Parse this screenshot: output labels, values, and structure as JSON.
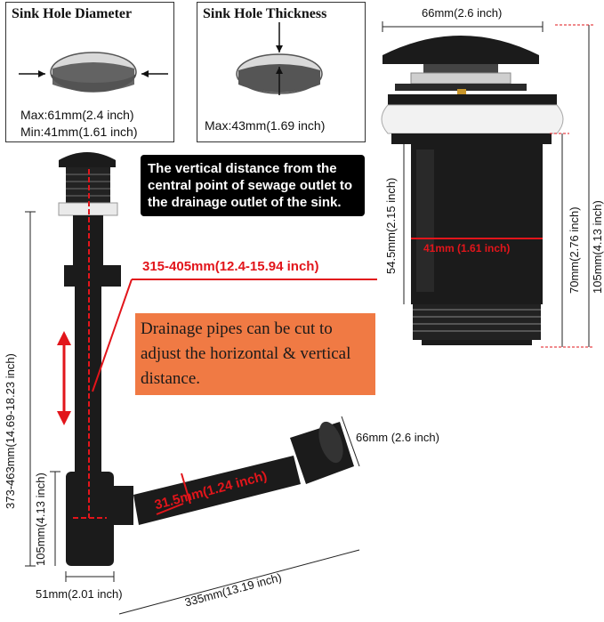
{
  "sink_hole_diameter": {
    "title": "Sink Hole Diameter",
    "max": "Max:61mm(2.4 inch)",
    "min": "Min:41mm(1.61 inch)"
  },
  "sink_hole_thickness": {
    "title": "Sink Hole Thickness",
    "max": "Max:43mm(1.69 inch)"
  },
  "callout_vertical": "The vertical distance from the central point of sewage outlet to the drainage outlet of the sink.",
  "callout_cut": "Drainage pipes can be cut to adjust the horizontal & vertical distance.",
  "dimensions": {
    "vertical_range": "315-405mm(12.4-15.94 inch)",
    "total_height": "373-463mm(14.69-18.23 inch)",
    "trap_height": "105mm(4.13 inch)",
    "trap_width": "51mm(2.01 inch)",
    "horizontal_length": "335mm(13.19 inch)",
    "pipe_diameter": "31.5mm(1.24 inch)",
    "outlet_diameter": "66mm (2.6 inch)",
    "cap_width": "66mm(2.6 inch)",
    "drain_body_height": "54.5mm(2.15 inch)",
    "drain_inner_diameter": "41mm (1.61 inch)",
    "drain_thread_height": "70mm(2.76 inch)",
    "drain_total_height": "105mm(4.13 inch)"
  },
  "colors": {
    "red": "#e2151b",
    "orange": "#f07a44",
    "metal": "#1b1b1b"
  }
}
